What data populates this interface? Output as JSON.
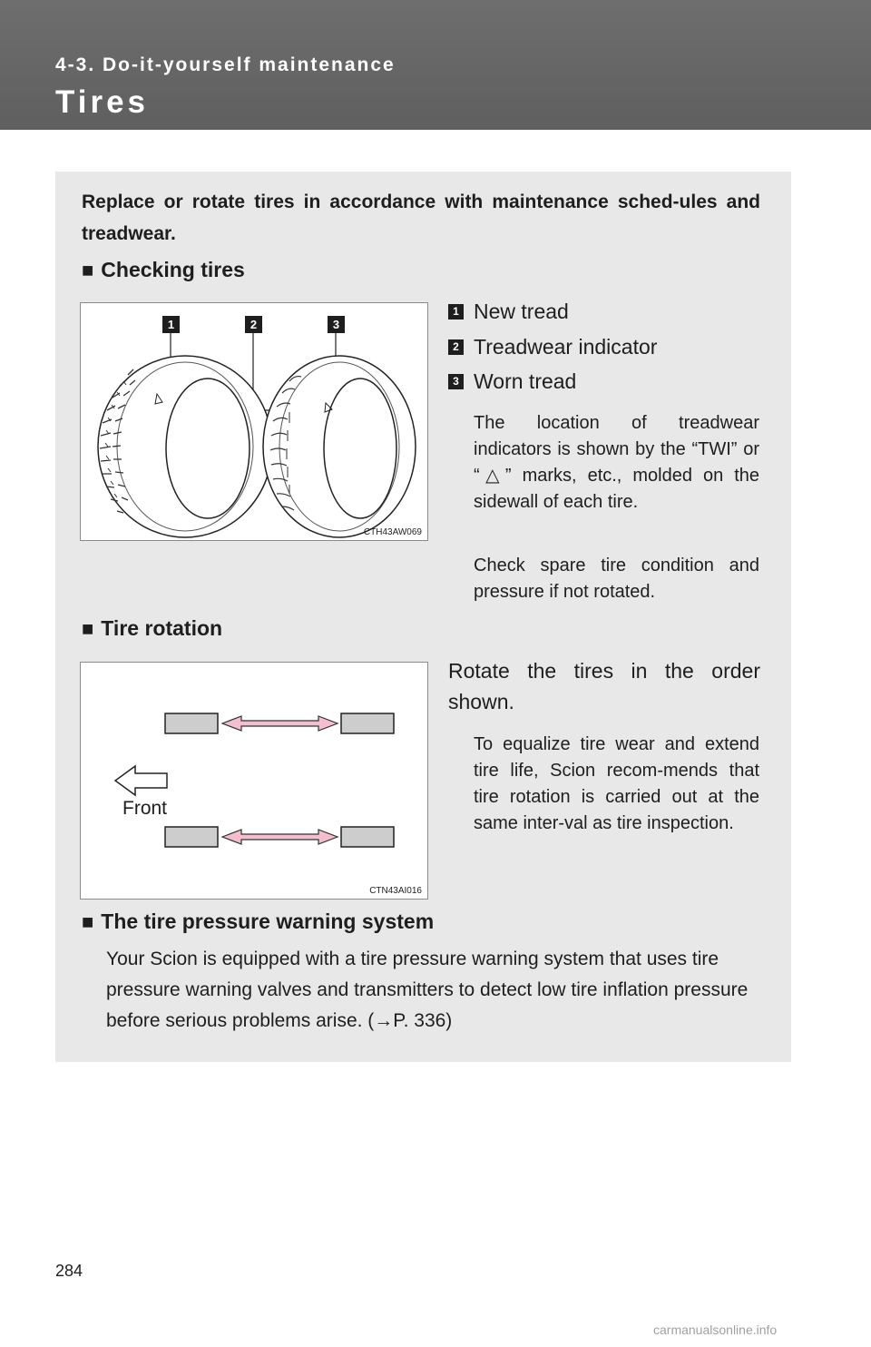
{
  "header": {
    "section": "4-3. Do-it-yourself maintenance",
    "title": "Tires"
  },
  "intro": "Replace or rotate tires in accordance with maintenance sched-ules and treadwear.",
  "checking": {
    "heading": "Checking tires",
    "figure_code": "CTH43AW069",
    "legend": [
      {
        "num": "1",
        "label": "New tread"
      },
      {
        "num": "2",
        "label": "Treadwear indicator"
      },
      {
        "num": "3",
        "label": "Worn tread"
      }
    ],
    "note1": "The location of treadwear indicators is shown by the “TWI” or “△” marks, etc., molded on the sidewall of each tire.",
    "note2": "Check spare tire condition and pressure if not rotated."
  },
  "rotation": {
    "heading": "Tire rotation",
    "figure_code": "CTN43AI016",
    "front_label": "Front",
    "text": "Rotate the tires in the order shown.",
    "note": "To equalize tire wear and extend tire life, Scion recom-mends that tire rotation is carried out at the same inter-val as tire inspection."
  },
  "tpws": {
    "heading": "The tire pressure warning system",
    "text": "Your Scion is equipped with a tire pressure warning system that uses tire pressure warning valves and transmitters to detect low tire inflation pressure before serious problems arise. (→P. 336)"
  },
  "page_number": "284",
  "watermark": "carmanualsonline.info"
}
